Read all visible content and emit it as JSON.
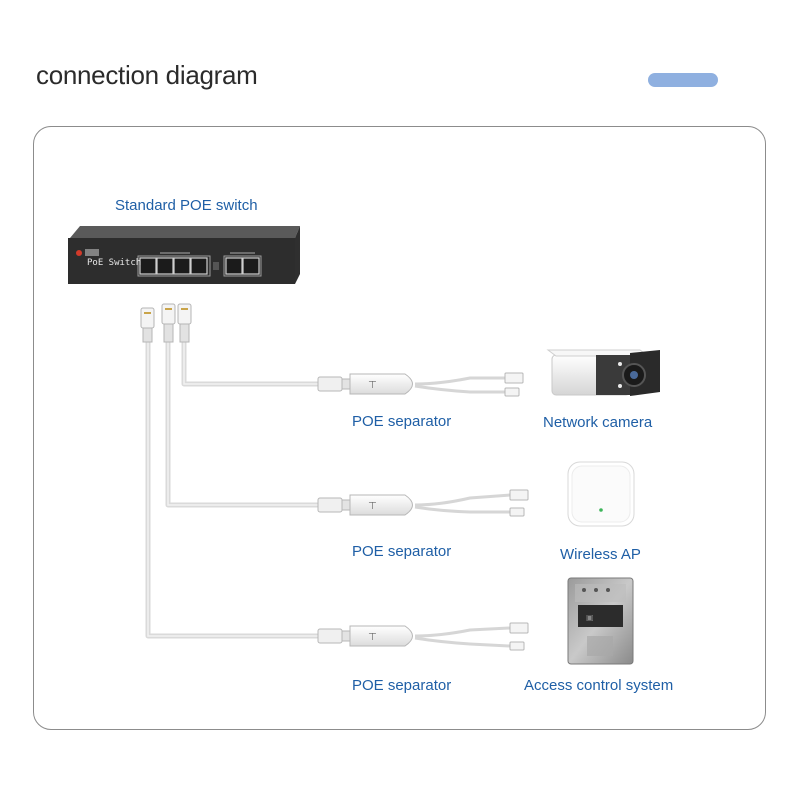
{
  "title": "connection diagram",
  "colors": {
    "label_blue": "#1f5fa6",
    "pill": "#8fb0e0",
    "frame": "#8c8c8c",
    "cable": "#d9d9d9"
  },
  "switch": {
    "label": "Standard POE switch",
    "device_text": "PoE Switch",
    "icon": "poe-switch-icon"
  },
  "branches": [
    {
      "separator_label": "POE separator",
      "device_label": "Network camera",
      "device_icon": "network-camera-icon"
    },
    {
      "separator_label": "POE separator",
      "device_label": "Wireless AP",
      "device_icon": "wireless-ap-icon"
    },
    {
      "separator_label": "POE separator",
      "device_label": "Access control system",
      "device_icon": "access-control-icon"
    }
  ]
}
